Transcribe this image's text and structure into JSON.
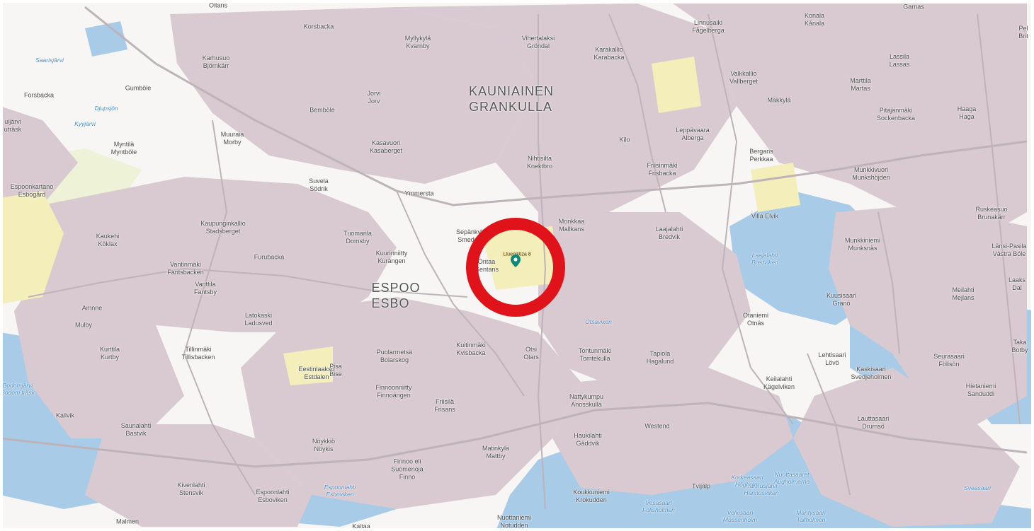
{
  "map": {
    "colors": {
      "land": "#f7f6f4",
      "urban": "#d9c9d0",
      "water": "#a8cbe8",
      "park": "#eef2d6",
      "industrial": "#f4eebb",
      "roads": "#bdb3b8",
      "ring": "#e0121a",
      "marker": "#0e8a77"
    },
    "highlight": {
      "pin_label": "Ltueniktiza 8"
    },
    "city_labels": [
      "KAUNIAINEN\nGRANKULLA",
      "ESPOO\nESBO"
    ],
    "places": [
      "Oitans",
      "Korsbacka",
      "Myllykylä\nKvarnby",
      "Vihertalaksi\nGröndal",
      "Karakallio\nKarabacka",
      "Linnusaiki\nFågelberga",
      "Konala\nKånala",
      "Garnas",
      "Pel\nBrit",
      "Karhusuo\nBjörnkärr",
      "Gumböle",
      "Forsbacka",
      "Bemböle",
      "Jorvi\nJorv",
      "Valkkallio\nVallberget",
      "Lassila\nLassas",
      "Marttila\nMartas",
      "Mäkkylä",
      "Pitäjänmäki\nSockenbacka",
      "Haaga\nHaga",
      "uijärvi\nuträsk",
      "Myntilä\nMyntböle",
      "Muuraia\nMorby",
      "Kasavuori\nKasaberget",
      "Nihtisilta\nKnektbro",
      "Leppävaara\nAlberga",
      "Kilo",
      "Bergans\nPerkkaa",
      "Espoonkartano\nEsbogård",
      "Suvela\nSödrik",
      "Ymmersta",
      "Friisinmäki\nFrisbacka",
      "Munkkivuori\nMunkshöjden",
      "Kaupunginkallio\nStadsberget",
      "Tuomarila\nDomsby",
      "Sepänkylä\nSmedsby",
      "Monkkaa\nMallkans",
      "Laajalahti\nBredvik",
      "Villa Elvik",
      "Ruskeasuo\nBrunakärr",
      "Kaukehi\nKöklax",
      "Vantinmäki\nFantsbacken",
      "Furubacka",
      "Kuurinniitty\nKurängen",
      "Ontaa\nGentans",
      "Munkkiniemi\nMunksnäs",
      "Länsi-Pasila\nVästra Böle",
      "Vanttila\nFantsby",
      "Kuusisaari\nGranö",
      "Meilahti\nMejlans",
      "Laaks\nDal",
      "Otaniemi\nOtnäs",
      "Amnne",
      "Mulby",
      "Latokaski\nLadusved",
      "Kuitinmäki\nKvisbacka",
      "Otsi\nOlars",
      "Tontunmäki\nTomtekulla",
      "Tapiola\nHagalund",
      "Lehtisaari\nLövö",
      "Seurasaari\nFölisön",
      "Taka\nBotby",
      "Kurttila\nKurtby",
      "Tillinmäki\nTillisbacken",
      "Puolarmetsä\nBolarskog",
      "Pisa\nBise",
      "Keilalahti\nKägelviken",
      "Kaskisaari\nSvedjeholmen",
      "Hietaniemi\nSanduddi",
      "Eestinlaakso\nEstdalen",
      "Finnoonniitty\nFinnoängen",
      "Friisilä\nFrisans",
      "Nattykumpu\nAnosskulla",
      "Westend",
      "Lauttasaari\nDrumsö",
      "Kalivik",
      "Saunalahti\nBastvik",
      "Nöykkiö\nNöykis",
      "Haukilahti\nGäddvik",
      "Matinkylä\nMattby",
      "Finnoo eli\nSuomenoja\nFinno",
      "Kivenlahti\nStensvik",
      "Espoonlahti\nEsboviken",
      "Koukkuniemi\nKrokudden",
      "Tvijälp",
      "Malmen",
      "Kaitaa",
      "Nuottaniemi\nNotudden"
    ],
    "water_names": [
      "Saarisjärvi",
      "Djupsjön",
      "Kyyjärvi",
      "Bodomjärvi\nBodom träsk",
      "Laajalahti\nBredviken",
      "Otsaviken",
      "Espoonlahti\nEsboviken",
      "Hannusjärvi\nHannusviken",
      "Vesasaari\nFölisholmen",
      "Korkeasaari\nHögholm",
      "Nuottasaaret\nAugholmarna",
      "Velkisaari\nMössenholm",
      "Mäntysaari\nTallholmen",
      "Sveasaari"
    ]
  }
}
